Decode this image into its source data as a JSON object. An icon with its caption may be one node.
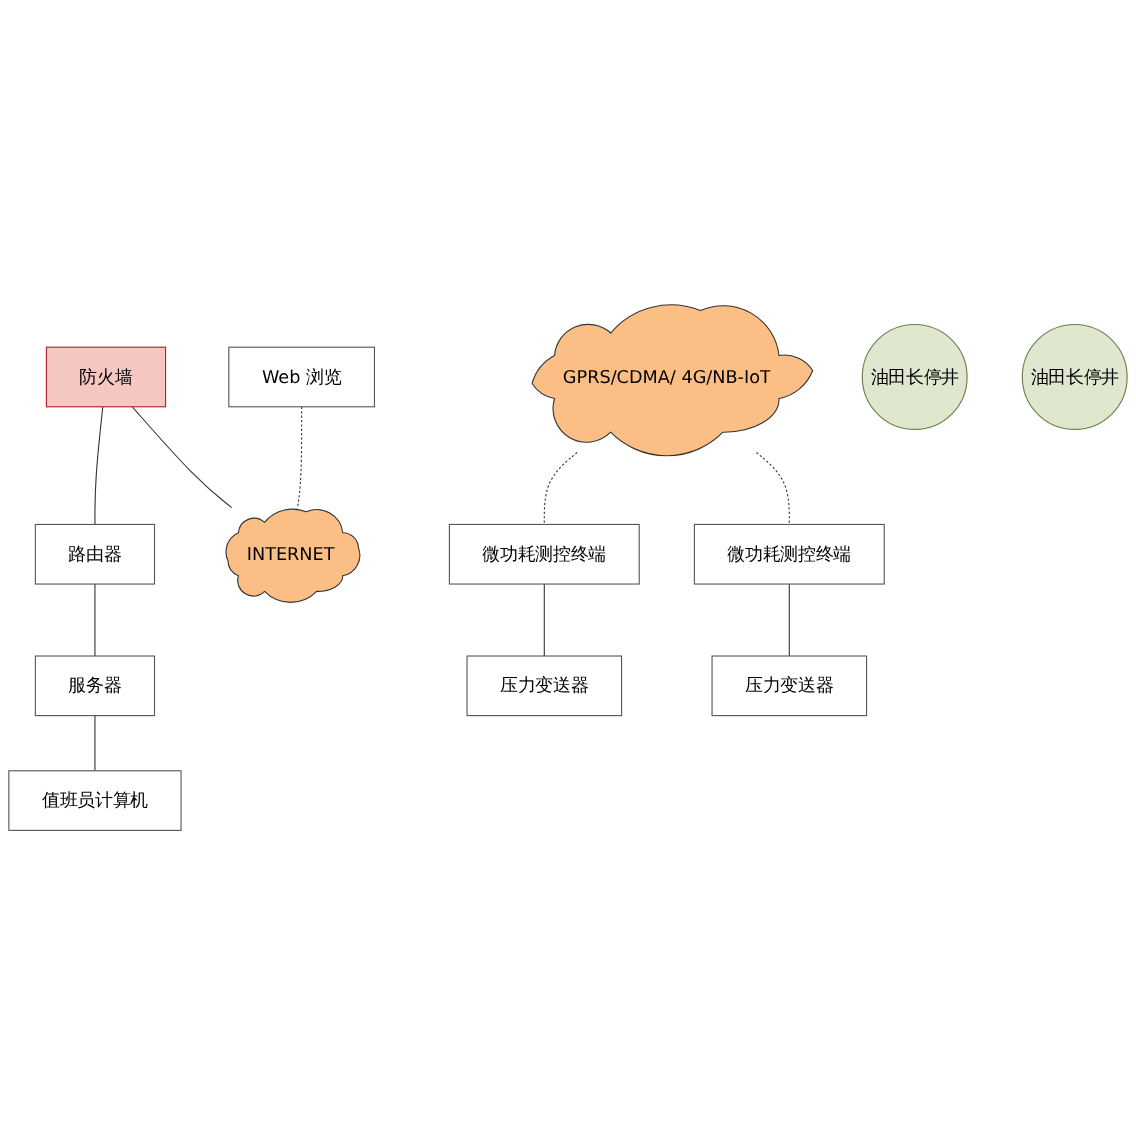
{
  "diagram": {
    "nodes": [
      {
        "text": [
          "防火墙"
        ]
      },
      {
        "text": [
          "路由器"
        ]
      },
      {
        "text": [
          "服务器"
        ]
      },
      {
        "text": [
          "值班员计算机"
        ]
      },
      {
        "text": [
          "Web 浏览"
        ]
      },
      {
        "text": [
          "INTERNET"
        ]
      },
      {
        "text": [
          "GPRS/CDMA/ 4G/NB-IoT"
        ]
      },
      {
        "text": [
          "微功耗测控终端"
        ]
      },
      {
        "text": [
          "微功耗测控终端"
        ]
      },
      {
        "text": [
          "压力变送器"
        ]
      },
      {
        "text": [
          "压力变送器"
        ]
      },
      {
        "text": [
          "油田长停井"
        ]
      },
      {
        "text": [
          "油田长停井"
        ]
      }
    ],
    "edges": [
      {
        "from": 0,
        "to": 1,
        "arrow": "none"
      },
      {
        "from": 1,
        "to": 2,
        "arrow": "none"
      },
      {
        "from": 2,
        "to": 3,
        "arrow": "none"
      },
      {
        "from": 0,
        "to": 5,
        "arrow": "none"
      },
      {
        "from": 4,
        "to": 5,
        "arrow": "none",
        "style": "dashed"
      },
      {
        "from": 6,
        "to": 7,
        "arrow": "none",
        "style": "dashed"
      },
      {
        "from": 6,
        "to": 8,
        "arrow": "none",
        "style": "dashed"
      },
      {
        "from": 7,
        "to": 9,
        "arrow": "none"
      },
      {
        "from": 8,
        "to": 10,
        "arrow": "none"
      }
    ]
  }
}
